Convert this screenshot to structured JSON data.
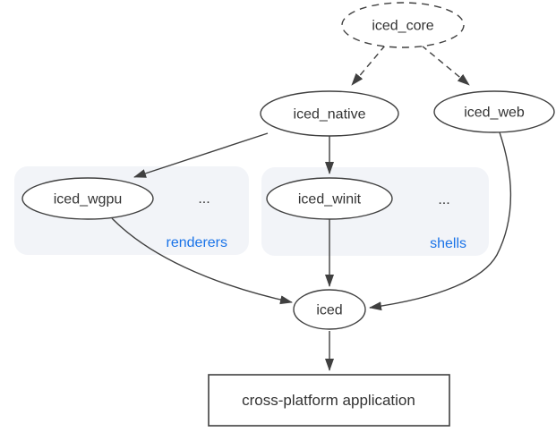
{
  "diagram": {
    "nodes": {
      "iced_core": {
        "label": "iced_core",
        "shape": "ellipse-dashed"
      },
      "iced_native": {
        "label": "iced_native",
        "shape": "ellipse"
      },
      "iced_web": {
        "label": "iced_web",
        "shape": "ellipse"
      },
      "iced_wgpu": {
        "label": "iced_wgpu",
        "shape": "ellipse"
      },
      "iced_winit": {
        "label": "iced_winit",
        "shape": "ellipse"
      },
      "iced": {
        "label": "iced",
        "shape": "ellipse"
      },
      "application": {
        "label": "cross-platform application",
        "shape": "rect"
      }
    },
    "groups": {
      "renderers": {
        "label": "renderers",
        "more": "..."
      },
      "shells": {
        "label": "shells",
        "more": "..."
      }
    },
    "edges": [
      {
        "from": "iced_core",
        "to": "iced_native",
        "style": "dashed"
      },
      {
        "from": "iced_core",
        "to": "iced_web",
        "style": "dashed"
      },
      {
        "from": "iced_native",
        "to": "iced_wgpu",
        "style": "solid"
      },
      {
        "from": "iced_native",
        "to": "iced_winit",
        "style": "solid"
      },
      {
        "from": "iced_wgpu",
        "to": "iced",
        "style": "solid"
      },
      {
        "from": "iced_winit",
        "to": "iced",
        "style": "solid"
      },
      {
        "from": "iced_web",
        "to": "iced",
        "style": "solid"
      },
      {
        "from": "iced",
        "to": "application",
        "style": "solid"
      }
    ],
    "colors": {
      "node_stroke": "#404040",
      "text": "#333333",
      "group_fill": "#f2f4f8",
      "group_label_blue": "#1a73e8",
      "background": "#ffffff"
    }
  }
}
